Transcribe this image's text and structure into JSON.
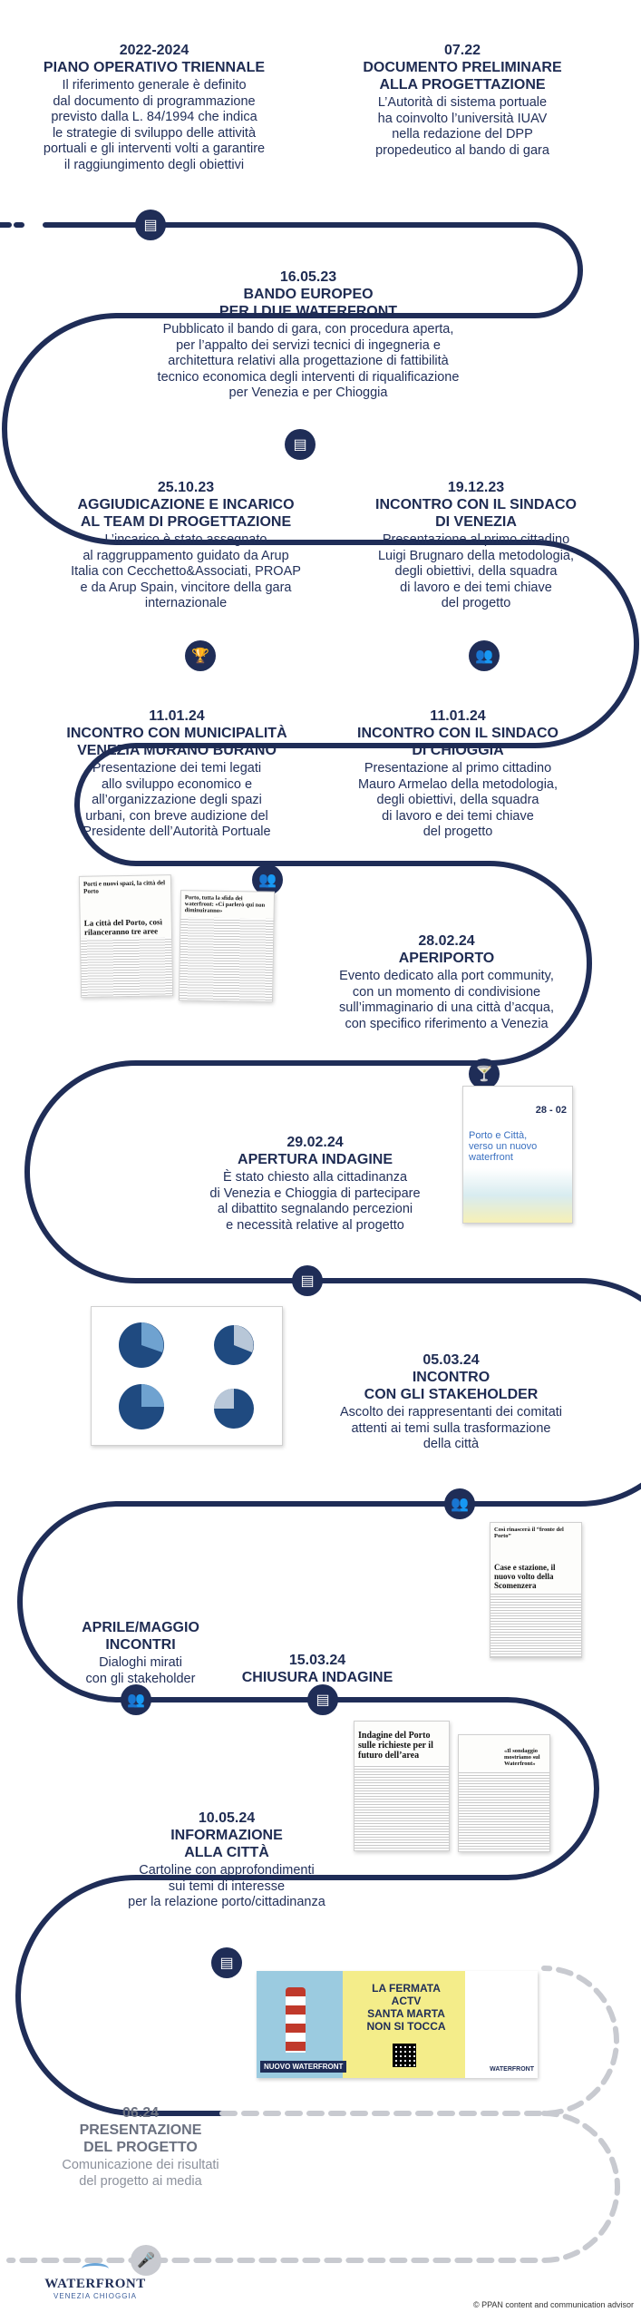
{
  "events": [
    {
      "id": "e1",
      "date": "2022-2024",
      "title": "PIANO OPERATIVO TRIENNALE",
      "desc": [
        "Il riferimento generale è definito",
        "dal documento di programmazione",
        "previsto dalla L. 84/1994 che indica",
        "le strategie di sviluppo delle attività",
        "portuali e gli interventi volti a garantire",
        "il raggiungimento degli obiettivi"
      ]
    },
    {
      "id": "e2",
      "date": "07.22",
      "title": [
        "DOCUMENTO PRELIMINARE",
        "ALLA PROGETTAZIONE"
      ],
      "desc": [
        "L’Autorità di sistema portuale",
        "ha coinvolto l’università IUAV",
        "nella redazione del DPP",
        "propedeutico al bando di gara"
      ]
    },
    {
      "id": "e3",
      "date": "16.05.23",
      "title": [
        "BANDO EUROPEO",
        "PER I DUE WATERFRONT"
      ],
      "desc": [
        "Pubblicato il bando di gara, con procedura aperta,",
        "per l’appalto dei servizi tecnici di ingegneria e",
        "architettura relativi alla progettazione di fattibilità",
        "tecnico economica degli interventi di riqualificazione",
        "per Venezia e per Chioggia"
      ]
    },
    {
      "id": "e4",
      "date": "25.10.23",
      "title": [
        "AGGIUDICAZIONE E INCARICO",
        "AL TEAM DI PROGETTAZIONE"
      ],
      "desc": [
        "L’incarico è stato assegnato",
        "al raggruppamento guidato da Arup",
        "Italia con Cecchetto&Associati, PROAP",
        "e da Arup Spain, vincitore della gara",
        "internazionale"
      ]
    },
    {
      "id": "e5",
      "date": "19.12.23",
      "title": [
        "INCONTRO CON IL SINDACO",
        "DI VENEZIA"
      ],
      "desc": [
        "Presentazione al primo cittadino",
        "Luigi Brugnaro della metodologia,",
        "degli obiettivi, della squadra",
        "di lavoro e dei temi chiave",
        "del progetto"
      ]
    },
    {
      "id": "e6",
      "date": "11.01.24",
      "title": [
        "INCONTRO CON MUNICIPALITÀ",
        "VENEZIA MURANO BURANO"
      ],
      "desc": [
        "Presentazione dei temi legati",
        "allo sviluppo economico e",
        "all’organizzazione degli spazi",
        "urbani, con breve audizione del",
        "Presidente dell’Autorità Portuale"
      ]
    },
    {
      "id": "e7",
      "date": "11.01.24",
      "title": [
        "INCONTRO CON IL SINDACO",
        "DI CHIOGGIA"
      ],
      "desc": [
        "Presentazione al primo cittadino",
        "Mauro Armelao della metodologia,",
        "degli obiettivi, della squadra",
        "di lavoro e dei temi chiave",
        "del progetto"
      ]
    },
    {
      "id": "e8",
      "date": "28.02.24",
      "title": [
        "APERIPORTO"
      ],
      "desc": [
        "Evento dedicato alla port community,",
        "con un momento di condivisione",
        "sull’immaginario di una città d’acqua,",
        "con specifico riferimento a Venezia"
      ]
    },
    {
      "id": "e9",
      "date": "29.02.24",
      "title": [
        "APERTURA INDAGINE"
      ],
      "desc": [
        "È stato chiesto alla cittadinanza",
        "di Venezia e Chioggia di partecipare",
        "al dibattito segnalando percezioni",
        "e necessità relative al progetto"
      ]
    },
    {
      "id": "e10",
      "date": "05.03.24",
      "title": [
        "INCONTRO",
        "CON GLI STAKEHOLDER"
      ],
      "desc": [
        "Ascolto dei rappresentanti dei comitati",
        "attenti ai temi sulla trasformazione",
        "della città"
      ]
    },
    {
      "id": "e11",
      "date": "APRILE/MAGGIO",
      "title": [
        "INCONTRI"
      ],
      "desc": [
        "Dialoghi mirati",
        "con gli stakeholder"
      ]
    },
    {
      "id": "e12",
      "date": "15.03.24",
      "title": [
        "CHIUSURA INDAGINE"
      ],
      "desc": []
    },
    {
      "id": "e13",
      "date": "10.05.24",
      "title": [
        "INFORMAZIONE",
        "ALLA CITTÀ"
      ],
      "desc": [
        "Cartoline con approfondimenti",
        "sui temi di interesse",
        "per la relazione porto/cittadinanza"
      ]
    },
    {
      "id": "e14",
      "date": "06.24",
      "title": [
        "PRESENTAZIONE",
        "DEL PROGETTO"
      ],
      "desc": [
        "Comunicazione dei risultati",
        "del progetto ai media"
      ]
    }
  ],
  "nodes": [
    {
      "icon": "document-icon",
      "glyph": "▤"
    },
    {
      "icon": "document-icon",
      "glyph": "▤"
    },
    {
      "icon": "trophy-icon",
      "glyph": "🏆"
    },
    {
      "icon": "people-icon",
      "glyph": "👥"
    },
    {
      "icon": "people-icon",
      "glyph": "👥"
    },
    {
      "icon": "cocktail-icon",
      "glyph": "🍸"
    },
    {
      "icon": "document-icon",
      "glyph": "▤"
    },
    {
      "icon": "people-icon",
      "glyph": "👥"
    },
    {
      "icon": "people-icon",
      "glyph": "👥"
    },
    {
      "icon": "document-icon",
      "glyph": "▤"
    },
    {
      "icon": "document-icon",
      "glyph": "▤"
    },
    {
      "icon": "microphone-icon",
      "glyph": "🎤"
    }
  ],
  "thumbs": {
    "press1_headline": "Porti e nuovi spazi, la città del Porto",
    "press1_sub": "La città del Porto, così rilanceranno tre aree",
    "press2_headline": "Porto, tutta la sfida dei waterfront: «Ci parlerò qui non diminuiranno»",
    "poster_date": "28 - 02",
    "poster_title": "Porto e Città, verso un nuovo waterfront",
    "press3_headline": "Così rinascerà il “fronte del Porto”",
    "press3_sub": "Case e stazione, il nuovo volto della Scomenzera",
    "press4_headline": "Indagine del Porto sulle richieste per il futuro dell’area",
    "press5_headline": "«Il sondaggio mostriamo sul Waterfront»",
    "postcard_title": [
      "LA FERMATA ACTV",
      "SANTA MARTA",
      "NON SI TOCCA"
    ],
    "postcard_footer": "NUOVO WATERFRONT",
    "postcard_brand": "WATERFRONT"
  },
  "brand": {
    "name": "WATERFRONT",
    "sub": "VENEZIA CHIOGGIA"
  },
  "credit": "© PPAN content and communication advisor",
  "colors": {
    "navy": "#1f2d57",
    "grey": "#c8cad0",
    "yellow": "#f4ed8a"
  }
}
